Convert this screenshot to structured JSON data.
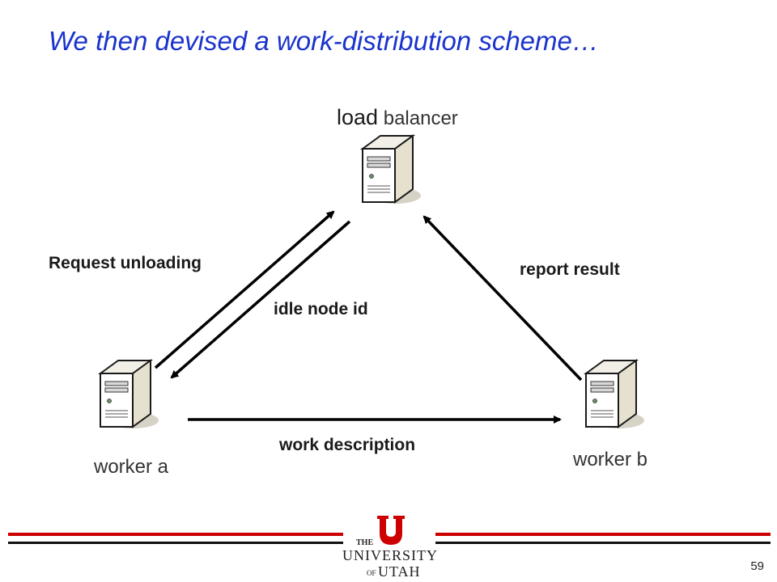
{
  "slide": {
    "title": "We then devised a work-distribution scheme…",
    "page_number": "59"
  },
  "nodes": {
    "load_balancer": {
      "label_word1": "load",
      "label_word2": "balancer",
      "icon": "server-tower-icon"
    },
    "worker_a": {
      "label": "worker a",
      "icon": "server-tower-icon"
    },
    "worker_b": {
      "label": "worker b",
      "icon": "server-tower-icon"
    }
  },
  "edges": {
    "request_unloading": "Request unloading",
    "idle_node_id": "idle node id",
    "report_result": "report result",
    "work_description": "work description"
  },
  "footer": {
    "logo_the": "THE",
    "logo_university": "UNIVERSITY",
    "logo_of": "OF",
    "logo_utah": "UTAH",
    "accent_color": "#cc0000"
  }
}
